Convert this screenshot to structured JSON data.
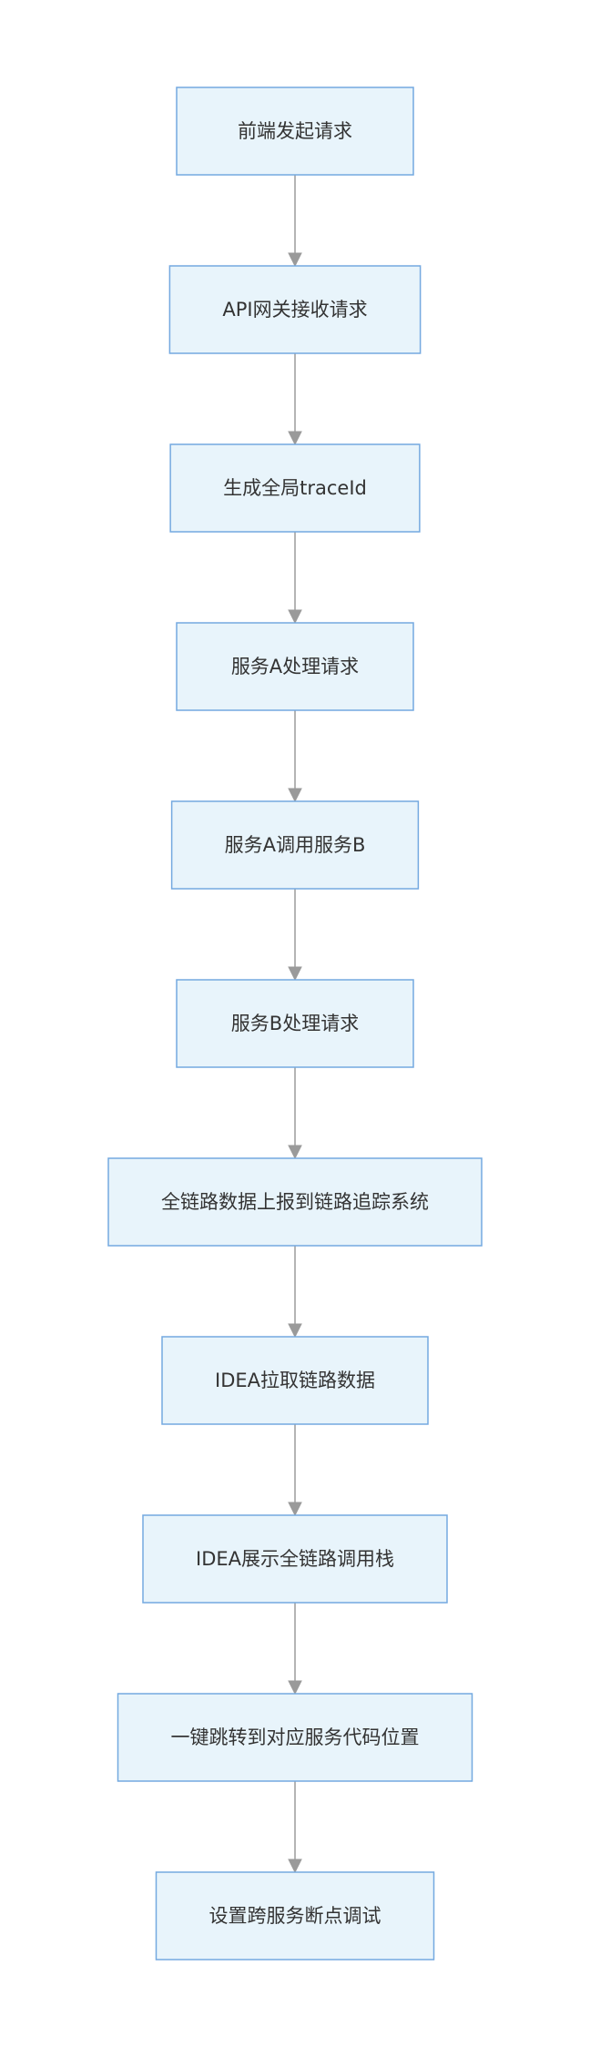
{
  "flowchart": {
    "colors": {
      "node_fill": "#e8f4fb",
      "node_border": "#74a9e0",
      "edge": "#9a9a9a",
      "text": "#333333"
    },
    "nodes": [
      {
        "id": "n1",
        "label": "前端发起请求"
      },
      {
        "id": "n2",
        "label": "API网关接收请求"
      },
      {
        "id": "n3",
        "label": "生成全局traceId"
      },
      {
        "id": "n4",
        "label": "服务A处理请求"
      },
      {
        "id": "n5",
        "label": "服务A调用服务B"
      },
      {
        "id": "n6",
        "label": "服务B处理请求"
      },
      {
        "id": "n7",
        "label": "全链路数据上报到链路追踪系统"
      },
      {
        "id": "n8",
        "label": "IDEA拉取链路数据"
      },
      {
        "id": "n9",
        "label": "IDEA展示全链路调用栈"
      },
      {
        "id": "n10",
        "label": "一键跳转到对应服务代码位置"
      },
      {
        "id": "n11",
        "label": "设置跨服务断点调试"
      }
    ],
    "edges": [
      {
        "from": "n1",
        "to": "n2"
      },
      {
        "from": "n2",
        "to": "n3"
      },
      {
        "from": "n3",
        "to": "n4"
      },
      {
        "from": "n4",
        "to": "n5"
      },
      {
        "from": "n5",
        "to": "n6"
      },
      {
        "from": "n6",
        "to": "n7"
      },
      {
        "from": "n7",
        "to": "n8"
      },
      {
        "from": "n8",
        "to": "n9"
      },
      {
        "from": "n9",
        "to": "n10"
      },
      {
        "from": "n10",
        "to": "n11"
      }
    ]
  }
}
